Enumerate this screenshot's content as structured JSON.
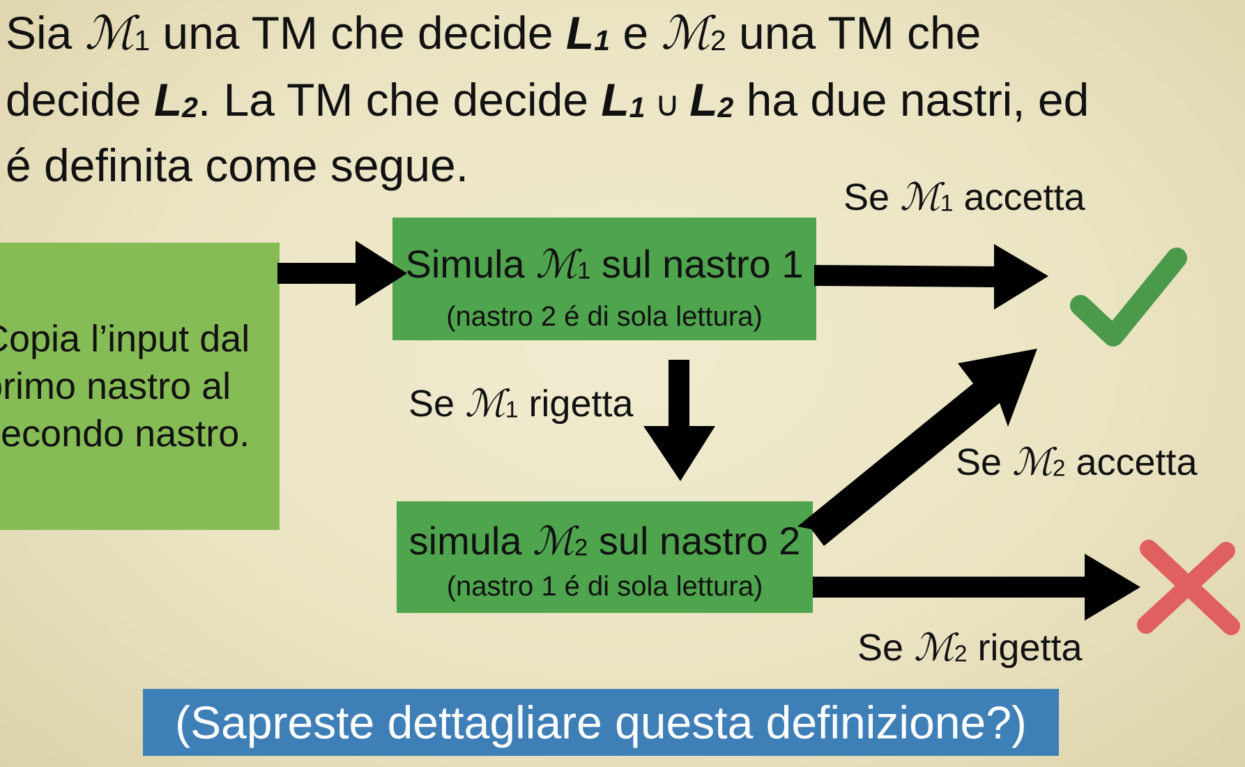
{
  "intro": {
    "line1": {
      "a": "Sia ",
      "m1": "ℳ",
      "m1_sub": "1",
      "b": " una TM che decide ",
      "L1": "L",
      "L1_sub": "1",
      "c": " e ",
      "m2": "ℳ",
      "m2_sub": "2",
      "d": " una TM che"
    },
    "line2": {
      "a": "decide ",
      "L2": "L",
      "L2_sub": "2",
      "b": ". La TM che decide ",
      "L1": "L",
      "L1_sub": "1",
      "union": " ∪ ",
      "L2b": "L",
      "L2b_sub": "2",
      "c": " ha due nastri, ed"
    },
    "line3": "é definita come segue."
  },
  "copy_box": {
    "line1": "Copia l’input dal",
    "line2": "primo nastro al",
    "line3": "secondo nastro."
  },
  "sim1_box": {
    "pre": "Simula ",
    "m": "ℳ",
    "m_sub": "1",
    "post": " sul nastro 1",
    "note": "(nastro 2 é di sola lettura)"
  },
  "sim2_box": {
    "pre": "simula ",
    "m": "ℳ",
    "m_sub": "2",
    "post": " sul nastro 2",
    "note": "(nastro 1 é di sola lettura)"
  },
  "labels": {
    "m1_accept": {
      "pre": "Se ",
      "m": "ℳ",
      "m_sub": "1",
      "post": " accetta"
    },
    "m1_reject": {
      "pre": "Se ",
      "m": "ℳ",
      "m_sub": "1",
      "post": " rigetta"
    },
    "m2_accept": {
      "pre": "Se ",
      "m": "ℳ",
      "m_sub": "2",
      "post": " accetta"
    },
    "m2_reject": {
      "pre": "Se ",
      "m": "ℳ",
      "m_sub": "2",
      "post": " rigetta"
    }
  },
  "question": "(Sapreste dettagliare questa definizione?)",
  "colors": {
    "background": "#ebe4c3",
    "copy_box": "#86bc55",
    "sim_box": "#4fa44e",
    "question_bg": "#3f7fb8",
    "checkmark": "#4a9a4a",
    "cross": "#e06060",
    "arrow": "#000000"
  },
  "icons": {
    "accept": "checkmark-icon",
    "reject": "cross-icon"
  }
}
